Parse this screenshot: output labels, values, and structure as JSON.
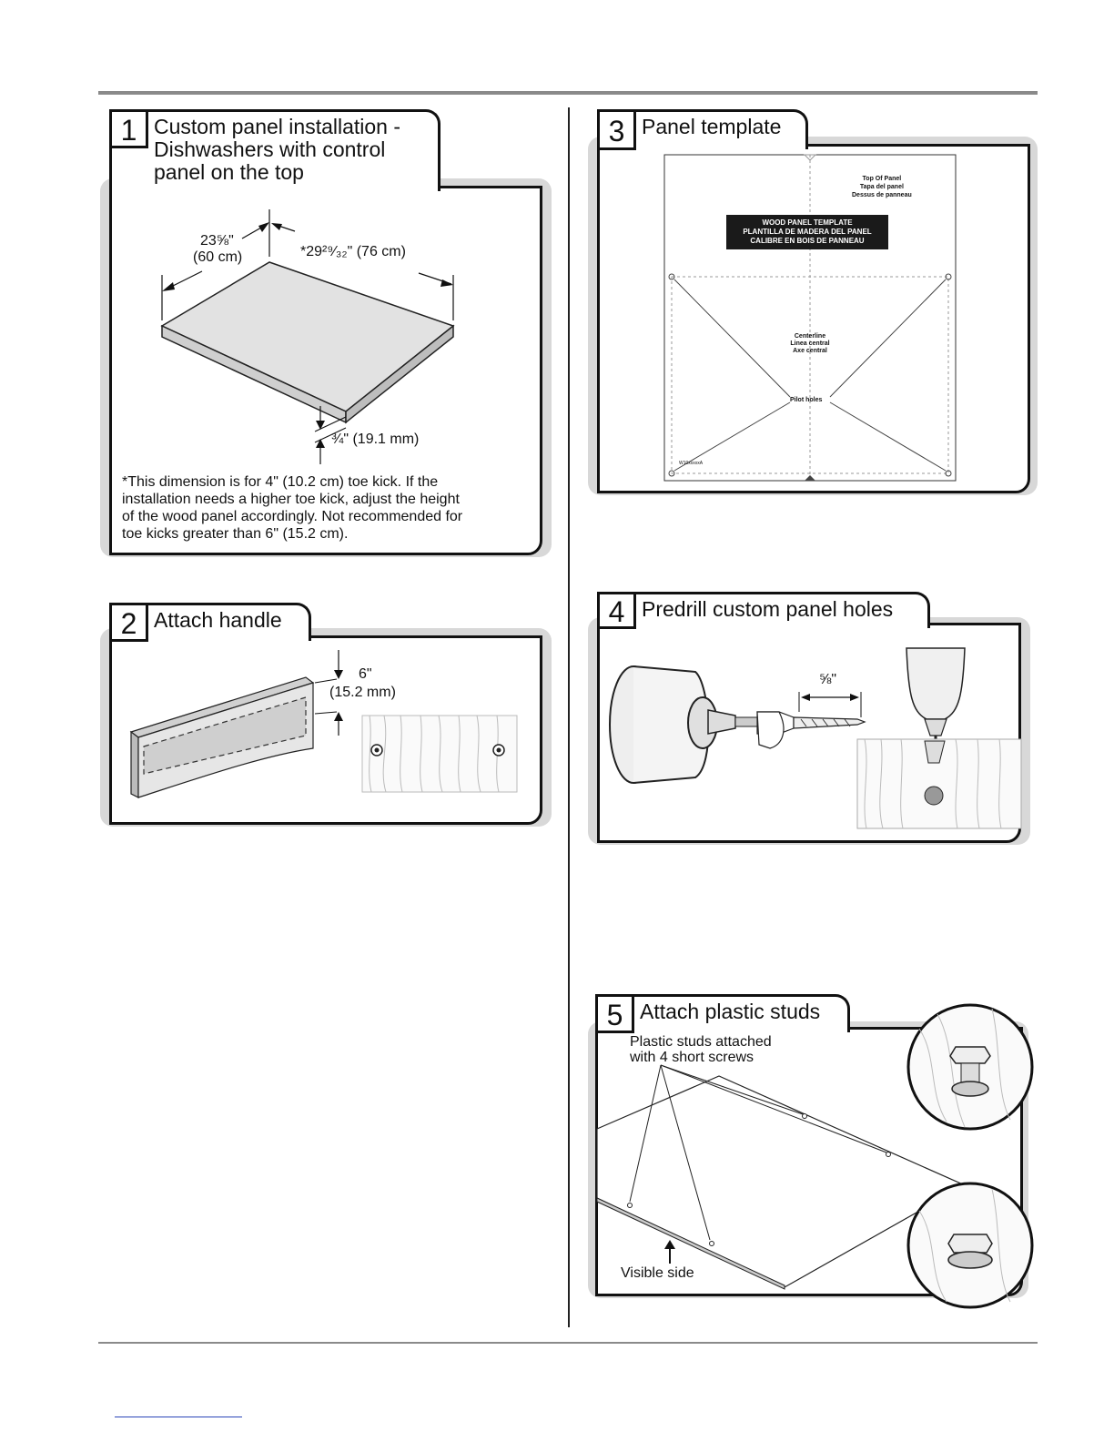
{
  "panel1": {
    "number": "1",
    "title": "Custom panel installation -\nDishwashers with control\npanel on the top",
    "dim_width": "23⅝\"",
    "dim_width_metric": "(60 cm)",
    "dim_height": "*29²⁹⁄₃₂\" (76 cm)",
    "dim_thickness": "¾\" (19.1 mm)",
    "footnote": "*This dimension is for 4\"  (10.2 cm) toe kick. If the\n  installation needs a higher toe kick, adjust the height\n  of the wood panel accordingly. Not recommended for\n  toe kicks greater than 6\"  (15.2 cm)."
  },
  "panel2": {
    "number": "2",
    "title": "Attach handle",
    "dim": "6\"",
    "dim_metric": "(15.2 mm)"
  },
  "panel3": {
    "number": "3",
    "title": "Panel template",
    "top_label": "Top Of Panel\nTapa del panel\nDessus de panneau",
    "banner": "WOOD PANEL TEMPLATE\nPLANTILLA DE MADERA DEL PANEL\nCALIBRE EN BOIS DE PANNEAU",
    "centerline": "Centerline\nLinea central\nAxe central",
    "pilot_holes": "Pilot holes",
    "code": "W10xxxxxA"
  },
  "panel4": {
    "number": "4",
    "title": "Predrill custom panel holes",
    "dim": "⅝\""
  },
  "panel5": {
    "number": "5",
    "title": "Attach plastic studs",
    "callout": "Plastic studs attached\nwith 4 short screws",
    "visible_side": "Visible side"
  }
}
